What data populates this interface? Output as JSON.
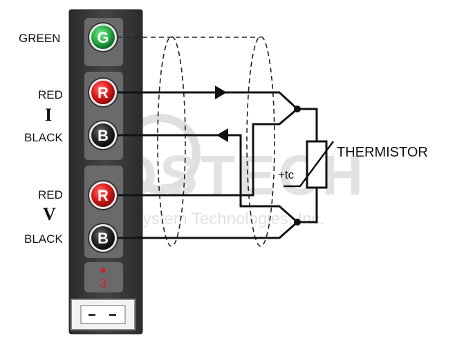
{
  "labels": {
    "green": "GREEN",
    "red_i": "RED",
    "black_i": "BLACK",
    "red_v": "RED",
    "black_v": "BLACK",
    "group_i": "I",
    "group_v": "V"
  },
  "terminals": {
    "g": "G",
    "r1": "R",
    "b1": "B",
    "r2": "R",
    "b2": "B"
  },
  "channel_number": "3",
  "thermistor_label": "THERMISTOR",
  "tc_label": "+tc",
  "watermark": {
    "logo": "KOSTECH",
    "company": "Korea System Technologies. Inc."
  },
  "colors": {
    "green_terminal": "#2cb34a",
    "red_terminal": "#e01b1b",
    "black_terminal": "#2a2a2a",
    "panel": "#3b3b3b",
    "channel_number": "#d42020"
  }
}
